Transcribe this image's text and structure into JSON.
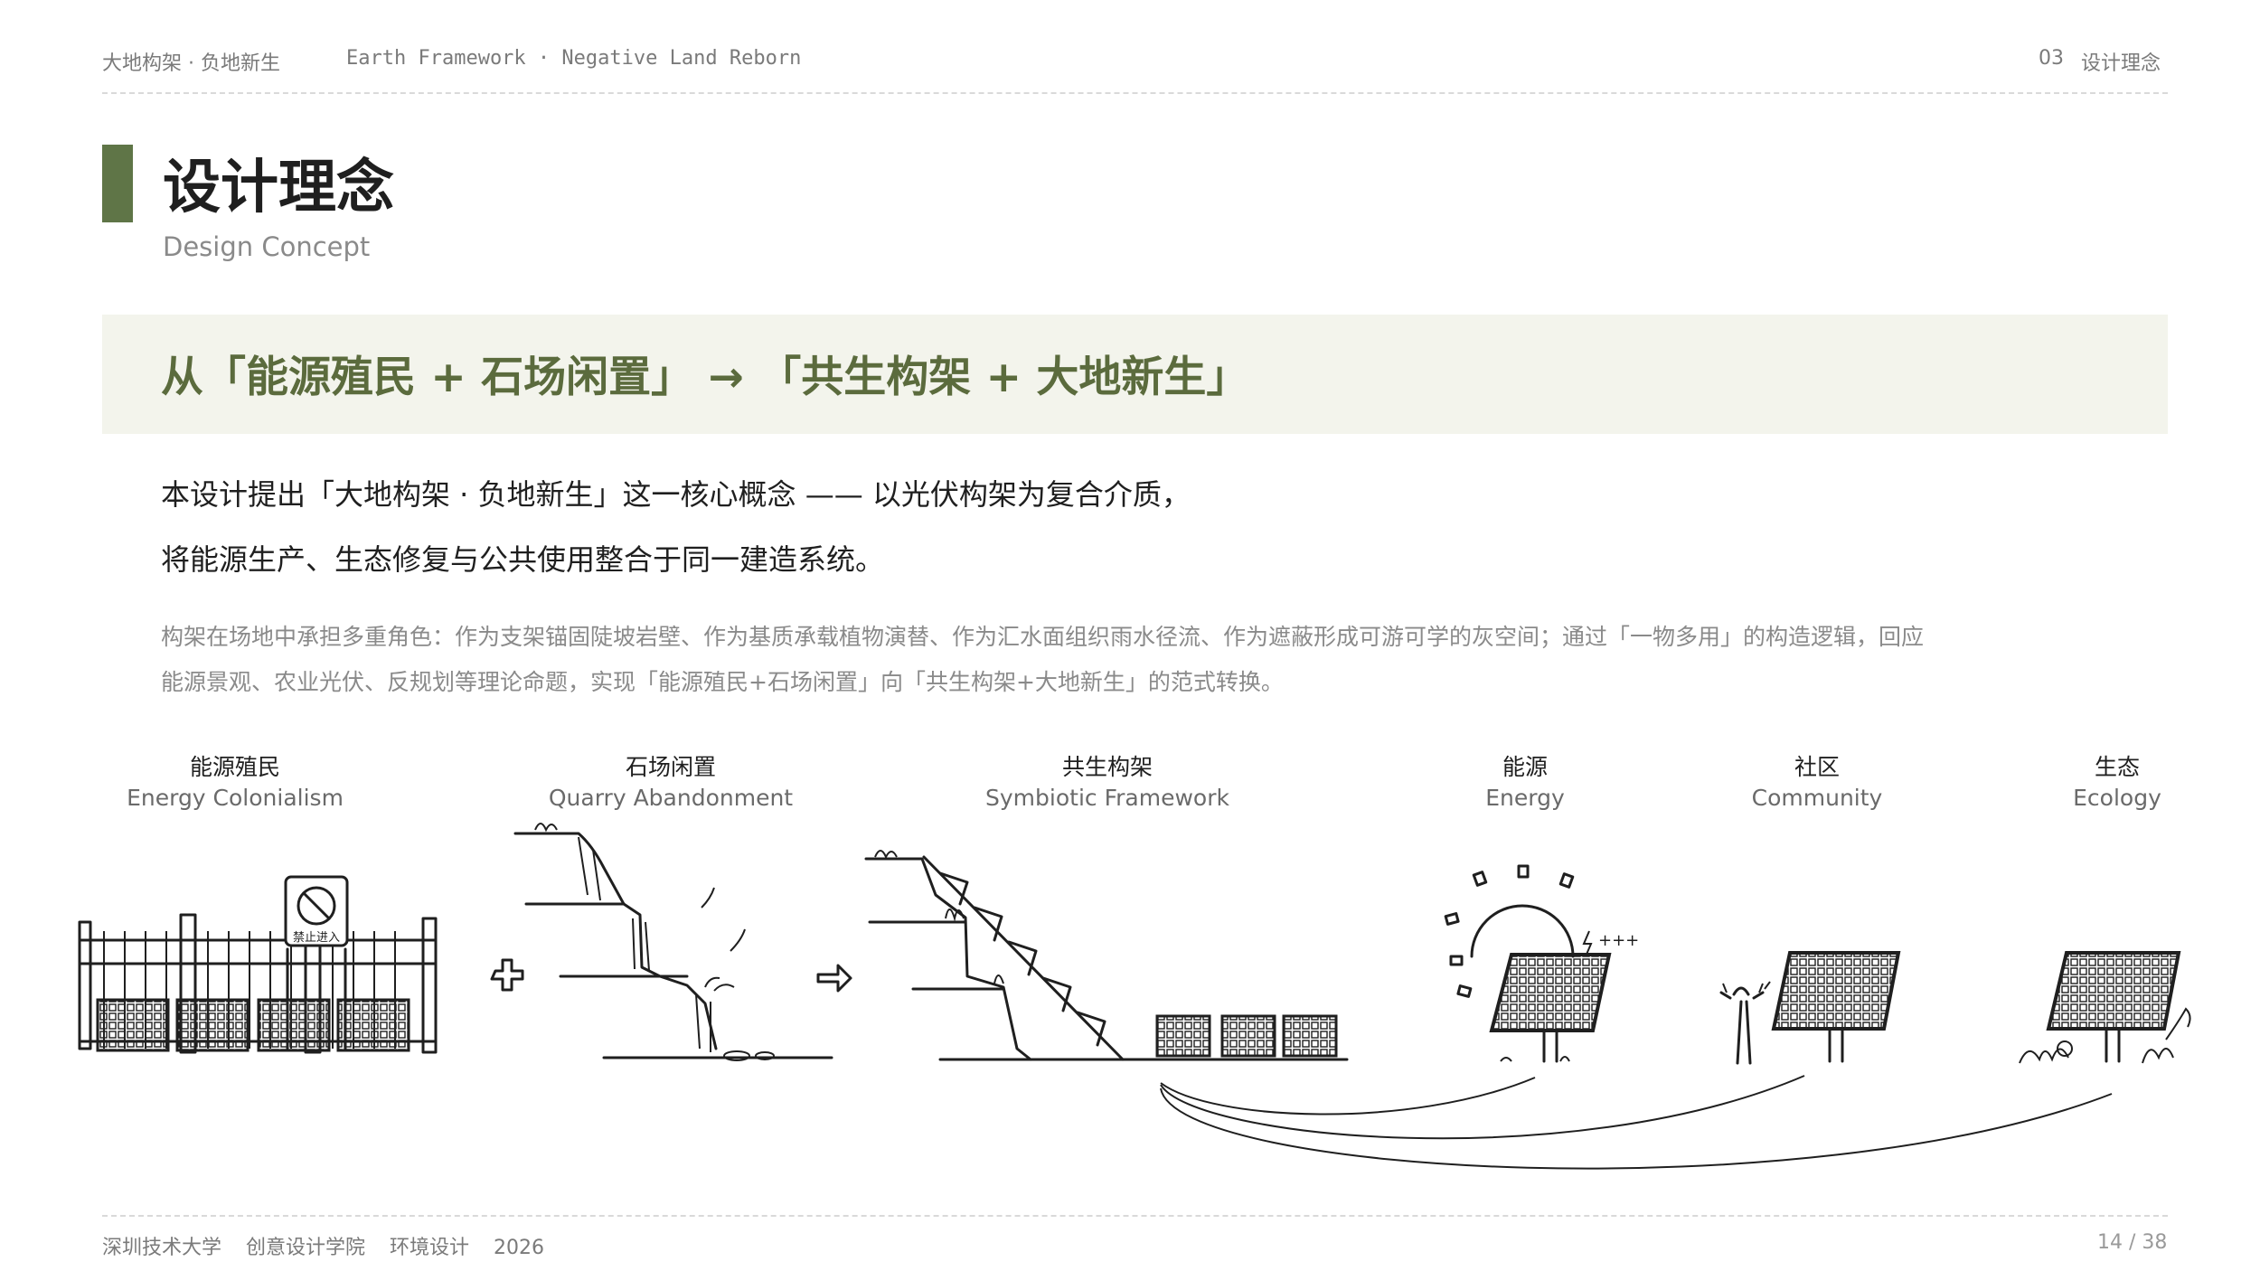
{
  "header": {
    "project_cn": "大地构架 · 负地新生",
    "project_en": "Earth Framework · Negative Land Reborn",
    "section_no": "03",
    "section_name": "设计理念"
  },
  "title": {
    "cn": "设计理念",
    "en": "Design Concept"
  },
  "banner": {
    "text": "从「能源殖民 + 石场闲置」 → 「共生构架 + 大地新生」"
  },
  "lead": {
    "line1": "本设计提出「大地构架 · 负地新生」这一核心概念 —— 以光伏构架为复合介质，",
    "line2": "将能源生产、生态修复与公共使用整合于同一建造系统。"
  },
  "body": {
    "line1": "构架在场地中承担多重角色：作为支架锚固陡坡岩壁、作为基质承载植物演替、作为汇水面组织雨水径流、作为遮蔽形成可游可学的灰空间；通过「一物多用」的构造逻辑，回应",
    "line2": "能源景观、农业光伏、反规划等理论命题，实现「能源殖民+石场闲置」向「共生构架+大地新生」的范式转换。"
  },
  "diagram": {
    "columns": [
      {
        "cn": "能源殖民",
        "en": "Energy Colonialism"
      },
      {
        "cn": "石场闲置",
        "en": "Quarry Abandonment"
      },
      {
        "cn": "共生构架",
        "en": "Symbiotic Framework"
      },
      {
        "cn": "能源",
        "en": "Energy"
      },
      {
        "cn": "社区",
        "en": "Community"
      },
      {
        "cn": "生态",
        "en": "Ecology"
      }
    ],
    "sign_text": "禁止进入",
    "energy_mark": "+++",
    "plus_icon": "plus-icon",
    "arrow_icon": "arrow-right-icon"
  },
  "colors": {
    "accent": "#5f7547",
    "banner_bg": "#f3f4ec",
    "banner_text": "#5b6b3d"
  },
  "footer": {
    "school": "深圳技术大学",
    "college": "创意设计学院",
    "major": "环境设计",
    "year": "2026",
    "page": "14 / 38"
  }
}
